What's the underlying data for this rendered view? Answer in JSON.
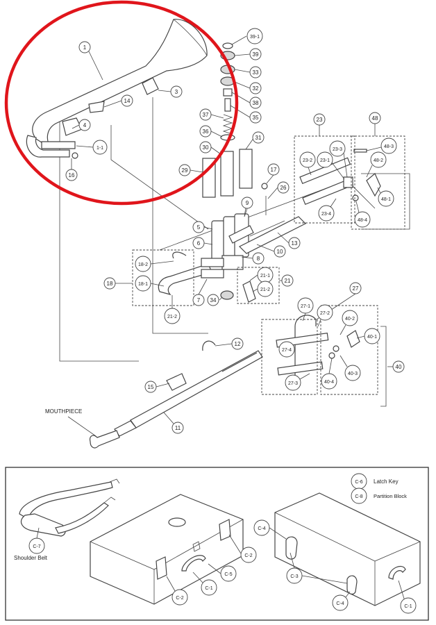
{
  "callouts": {
    "c1": "1",
    "c1_1": "1-1",
    "c3": "3",
    "c4": "4",
    "c5": "5",
    "c6": "6",
    "c7": "7",
    "c8": "8",
    "c9": "9",
    "c10": "10",
    "c11": "11",
    "c12": "12",
    "c13": "13",
    "c14": "14",
    "c15": "15",
    "c16": "16",
    "c17": "17",
    "c18": "18",
    "c18_1": "18-1",
    "c18_2": "18-2",
    "c21": "21",
    "c21_1": "21-1",
    "c21_2": "21-2",
    "c21_2b": "21-2",
    "c23": "23",
    "c23_1": "23-1",
    "c23_2": "23-2",
    "c23_3": "23-3",
    "c23_4": "23-4",
    "c26": "26",
    "c27": "27",
    "c27_1": "27-1",
    "c27_2": "27-2",
    "c27_3": "27-3",
    "c27_4": "27-4",
    "c29": "29",
    "c30": "30",
    "c31": "31",
    "c32": "32",
    "c33": "33",
    "c34": "34",
    "c35": "35",
    "c36": "36",
    "c37": "37",
    "c38": "38",
    "c39": "39",
    "c39_1": "39-1",
    "c40": "40",
    "c40_1": "40-1",
    "c40_2": "40-2",
    "c40_3": "40-3",
    "c40_4": "40-4",
    "c48": "48",
    "c48_1": "48-1",
    "c48_2": "48-2",
    "c48_3": "48-3",
    "c48_4": "48-4"
  },
  "labels": {
    "mouthpiece": "MOUTHPIECE",
    "c7": "C-7",
    "shoulder_belt": "Shoulder Belt",
    "c6": "C-6",
    "latch_key": "Latch Key",
    "c8": "C-8",
    "partition_block": "Partition Block",
    "c1a": "C-1",
    "c1b": "C-1",
    "c2a": "C-2",
    "c2b": "C-2",
    "c3": "C-3",
    "c4a": "C-4",
    "c4b": "C-4",
    "c5": "C-5"
  },
  "colors": {
    "highlight_circle": "#e0151b",
    "line": "#444444"
  }
}
